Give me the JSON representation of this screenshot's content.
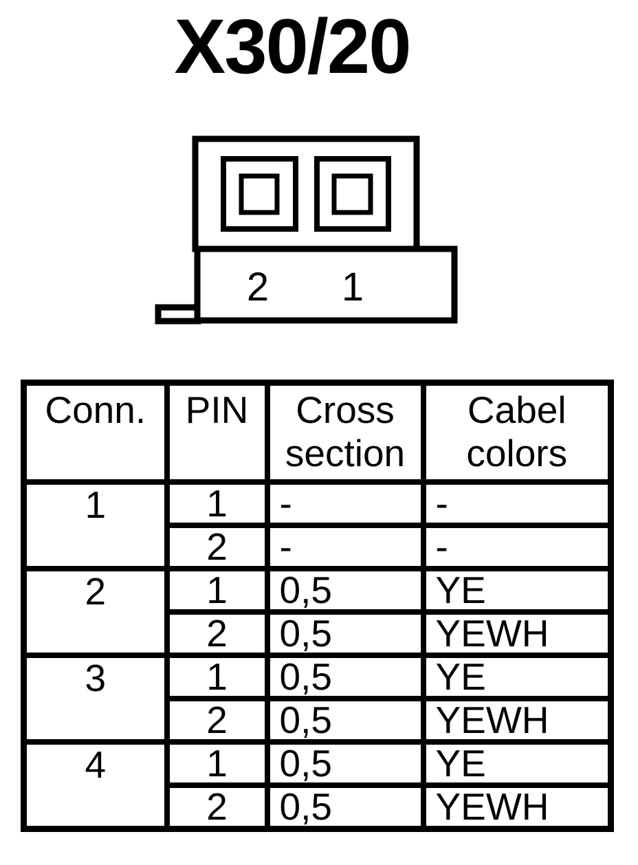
{
  "colors": {
    "ink": "#000000",
    "paper": "#ffffff"
  },
  "title": "X30/20",
  "connector": {
    "pin_labels": [
      "2",
      "1"
    ]
  },
  "table": {
    "headers": [
      "Conn.",
      "PIN",
      "Cross section",
      "Cabel colors"
    ],
    "groups": [
      {
        "conn": "1",
        "pins": [
          {
            "pin": "1",
            "cross": "-",
            "color": "-"
          },
          {
            "pin": "2",
            "cross": "-",
            "color": "-"
          }
        ]
      },
      {
        "conn": "2",
        "pins": [
          {
            "pin": "1",
            "cross": "0,5",
            "color": "YE"
          },
          {
            "pin": "2",
            "cross": "0,5",
            "color": "YEWH"
          }
        ]
      },
      {
        "conn": "3",
        "pins": [
          {
            "pin": "1",
            "cross": "0,5",
            "color": "YE"
          },
          {
            "pin": "2",
            "cross": "0,5",
            "color": "YEWH"
          }
        ]
      },
      {
        "conn": "4",
        "pins": [
          {
            "pin": "1",
            "cross": "0,5",
            "color": "YE"
          },
          {
            "pin": "2",
            "cross": "0,5",
            "color": "YEWH"
          }
        ]
      }
    ]
  }
}
